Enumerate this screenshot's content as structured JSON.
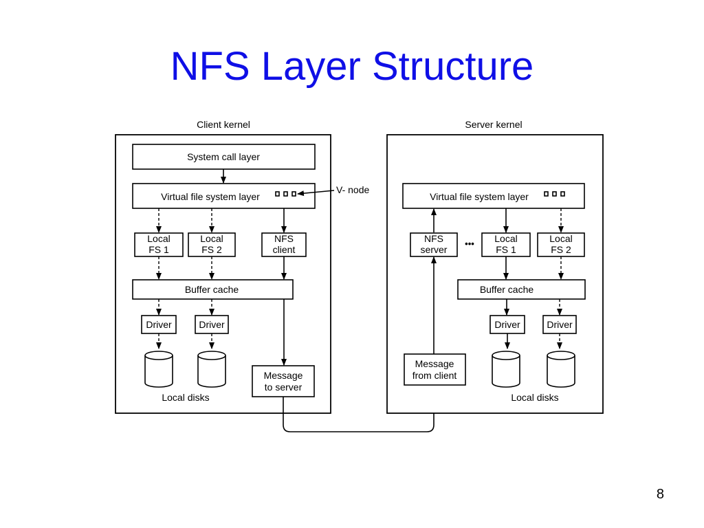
{
  "title": "NFS Layer Structure",
  "page_number": "8",
  "client": {
    "label": "Client kernel",
    "system_call_layer": "System call layer",
    "vfs_layer": "Virtual file system layer",
    "vnode_label": "V- node",
    "local_fs1": [
      "Local",
      "FS 1"
    ],
    "local_fs2": [
      "Local",
      "FS 2"
    ],
    "nfs_client": [
      "NFS",
      "client"
    ],
    "buffer_cache": "Buffer cache",
    "driver1": "Driver",
    "driver2": "Driver",
    "local_disks": "Local disks",
    "message": [
      "Message",
      "to server"
    ]
  },
  "server": {
    "label": "Server kernel",
    "vfs_layer": "Virtual file system layer",
    "nfs_server": [
      "NFS",
      "server"
    ],
    "ellipsis": "•••",
    "local_fs1": [
      "Local",
      "FS 1"
    ],
    "local_fs2": [
      "Local",
      "FS 2"
    ],
    "buffer_cache": "Buffer cache",
    "driver1": "Driver",
    "driver2": "Driver",
    "local_disks": "Local disks",
    "message": [
      "Message",
      "from client"
    ]
  }
}
